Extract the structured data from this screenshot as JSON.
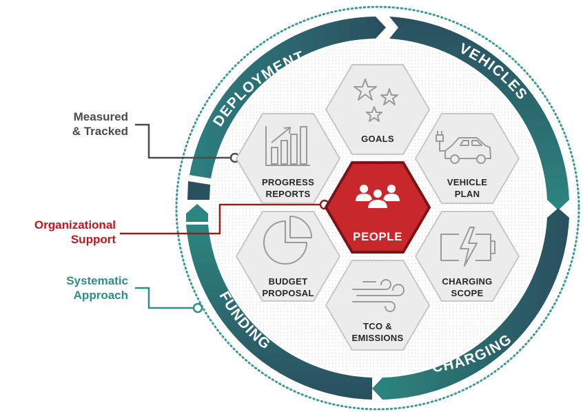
{
  "callouts": {
    "measured": {
      "line1": "Measured",
      "line2": "& Tracked"
    },
    "organizational": {
      "line1": "Organizational",
      "line2": "Support"
    },
    "systematic": {
      "line1": "Systematic",
      "line2": "Approach"
    }
  },
  "cycle": {
    "deployment": "DEPLOYMENT",
    "vehicles": "VEHICLES",
    "charging": "CHARGING",
    "funding": "FUNDING"
  },
  "hexagons": {
    "center": "PEOPLE",
    "goals": "GOALS",
    "progress": {
      "line1": "PROGRESS",
      "line2": "REPORTS"
    },
    "vehicle_plan": {
      "line1": "VEHICLE",
      "line2": "PLAN"
    },
    "budget": {
      "line1": "BUDGET",
      "line2": "PROPOSAL"
    },
    "charging_scope": {
      "line1": "CHARGING",
      "line2": "SCOPE"
    },
    "tco": {
      "line1": "TCO &",
      "line2": "EMISSIONS"
    }
  },
  "colors": {
    "teal": "#2f8c86",
    "dark_teal": "#245a66",
    "red": "#c8282c",
    "hex_fill": "#ececec",
    "hex_stroke": "#c6c6c6",
    "icon": "#9a9a9a"
  },
  "icons": [
    "stars-icon",
    "bar-chart-icon",
    "car-plug-icon",
    "people-icon",
    "pie-chart-icon",
    "battery-icon",
    "wind-icon"
  ]
}
